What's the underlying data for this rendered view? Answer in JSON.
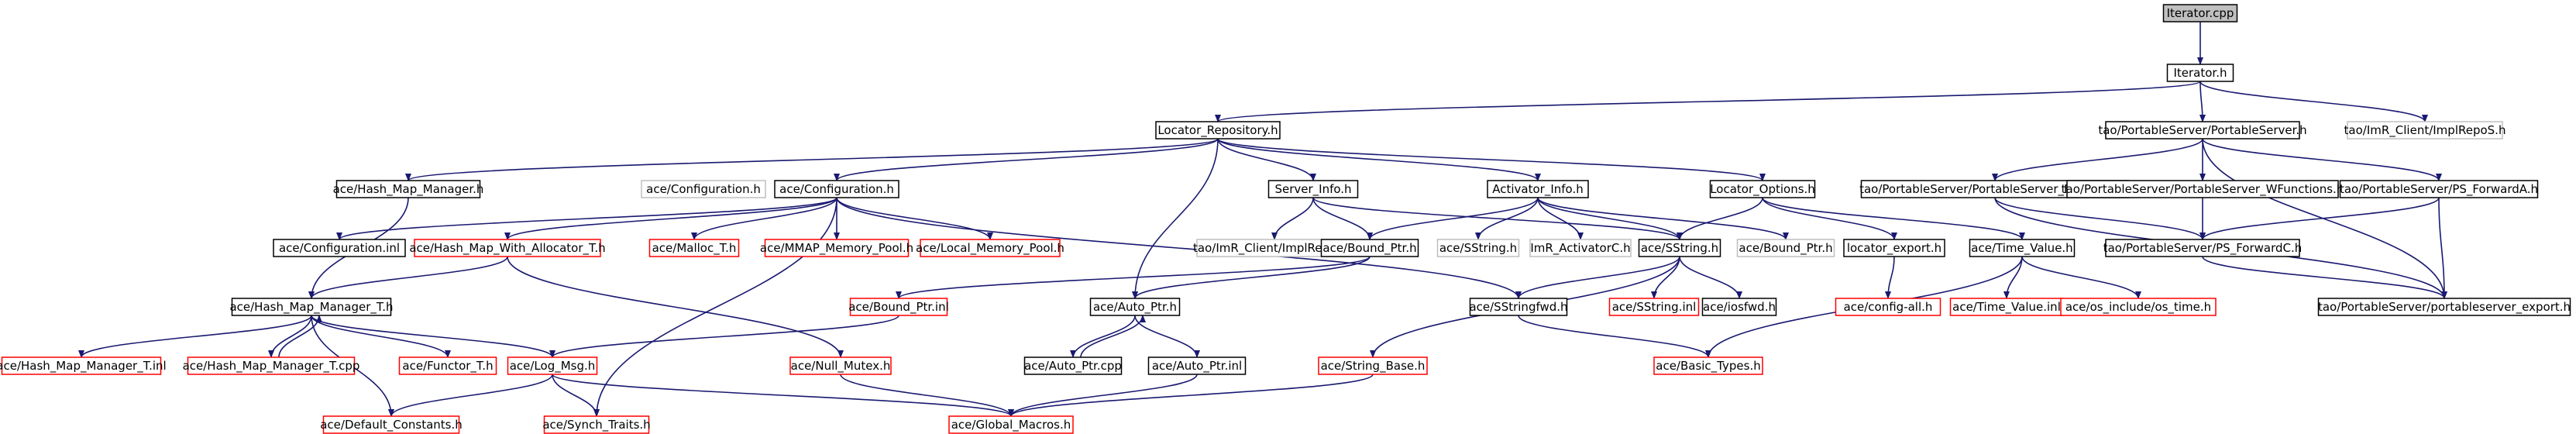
{
  "colors": {
    "edge": "#191970",
    "root_fill": "#bfbfbf",
    "normal_border": "#000000",
    "missing_border": "#ff0000",
    "external_border": "#bfbfbf"
  },
  "nodes": [
    {
      "id": "iterator_cpp",
      "label": "Iterator.cpp",
      "kind": "root"
    },
    {
      "id": "iterator_h",
      "label": "Iterator.h",
      "kind": "normal"
    },
    {
      "id": "locator_repository_h",
      "label": "Locator_Repository.h",
      "kind": "normal"
    },
    {
      "id": "portable_server_h",
      "label": "tao/PortableServer/PortableServer.h",
      "kind": "normal"
    },
    {
      "id": "imr_client_impl_repos_h",
      "label": "tao/ImR_Client/ImplRepoS.h",
      "kind": "external"
    },
    {
      "id": "hash_map_manager_h",
      "label": "ace/Hash_Map_Manager.h",
      "kind": "normal"
    },
    {
      "id": "configuration_h_plain",
      "label": "ace/Configuration.h",
      "kind": "external"
    },
    {
      "id": "configuration_h",
      "label": "ace/Configuration.h",
      "kind": "normal"
    },
    {
      "id": "server_info_h",
      "label": "Server_Info.h",
      "kind": "normal"
    },
    {
      "id": "activator_info_h",
      "label": "Activator_Info.h",
      "kind": "normal"
    },
    {
      "id": "locator_options_h",
      "label": "Locator_Options.h",
      "kind": "normal"
    },
    {
      "id": "ps_functions_h",
      "label": "tao/PortableServer/PortableServer_Functions.h",
      "kind": "normal"
    },
    {
      "id": "ps_wfunctions_h",
      "label": "tao/PortableServer/PortableServer_WFunctions.h",
      "kind": "normal"
    },
    {
      "id": "ps_forwarda_h",
      "label": "tao/PortableServer/PS_ForwardA.h",
      "kind": "normal"
    },
    {
      "id": "configuration_inl",
      "label": "ace/Configuration.inl",
      "kind": "normal"
    },
    {
      "id": "hash_map_with_allocator_t_h",
      "label": "ace/Hash_Map_With_Allocator_T.h",
      "kind": "missing"
    },
    {
      "id": "malloc_t_h",
      "label": "ace/Malloc_T.h",
      "kind": "missing"
    },
    {
      "id": "mmap_memory_pool_h",
      "label": "ace/MMAP_Memory_Pool.h",
      "kind": "missing"
    },
    {
      "id": "local_memory_pool_h",
      "label": "ace/Local_Memory_Pool.h",
      "kind": "missing"
    },
    {
      "id": "imr_client_impl_repoc_h",
      "label": "tao/ImR_Client/ImplRepoC.h",
      "kind": "external"
    },
    {
      "id": "bound_ptr_h",
      "label": "ace/Bound_Ptr.h",
      "kind": "normal"
    },
    {
      "id": "sstring_h_plain",
      "label": "ace/SString.h",
      "kind": "external"
    },
    {
      "id": "imr_activatorc_h",
      "label": "ImR_ActivatorC.h",
      "kind": "external"
    },
    {
      "id": "sstring_h",
      "label": "ace/SString.h",
      "kind": "normal"
    },
    {
      "id": "bound_ptr_h_plain",
      "label": "ace/Bound_Ptr.h",
      "kind": "external"
    },
    {
      "id": "locator_export_h",
      "label": "locator_export.h",
      "kind": "normal"
    },
    {
      "id": "time_value_h",
      "label": "ace/Time_Value.h",
      "kind": "normal"
    },
    {
      "id": "ps_forwardc_h",
      "label": "tao/PortableServer/PS_ForwardC.h",
      "kind": "normal"
    },
    {
      "id": "hash_map_manager_t_h",
      "label": "ace/Hash_Map_Manager_T.h",
      "kind": "normal"
    },
    {
      "id": "bound_ptr_inl",
      "label": "ace/Bound_Ptr.inl",
      "kind": "missing"
    },
    {
      "id": "auto_ptr_h",
      "label": "ace/Auto_Ptr.h",
      "kind": "normal"
    },
    {
      "id": "sstringfwd_h",
      "label": "ace/SStringfwd.h",
      "kind": "normal"
    },
    {
      "id": "sstring_inl",
      "label": "ace/SString.inl",
      "kind": "missing"
    },
    {
      "id": "iosfwd_h",
      "label": "ace/iosfwd.h",
      "kind": "normal"
    },
    {
      "id": "config_all_h",
      "label": "ace/config-all.h",
      "kind": "missing"
    },
    {
      "id": "time_value_inl",
      "label": "ace/Time_Value.inl",
      "kind": "missing"
    },
    {
      "id": "os_time_h",
      "label": "ace/os_include/os_time.h",
      "kind": "missing"
    },
    {
      "id": "portableserver_export_h",
      "label": "tao/PortableServer/portableserver_export.h",
      "kind": "normal"
    },
    {
      "id": "hash_map_manager_t_inl",
      "label": "ace/Hash_Map_Manager_T.inl",
      "kind": "missing"
    },
    {
      "id": "hash_map_manager_t_cpp",
      "label": "ace/Hash_Map_Manager_T.cpp",
      "kind": "missing"
    },
    {
      "id": "functor_t_h",
      "label": "ace/Functor_T.h",
      "kind": "missing"
    },
    {
      "id": "log_msg_h",
      "label": "ace/Log_Msg.h",
      "kind": "missing"
    },
    {
      "id": "null_mutex_h",
      "label": "ace/Null_Mutex.h",
      "kind": "missing"
    },
    {
      "id": "auto_ptr_cpp",
      "label": "ace/Auto_Ptr.cpp",
      "kind": "normal"
    },
    {
      "id": "auto_ptr_inl",
      "label": "ace/Auto_Ptr.inl",
      "kind": "normal"
    },
    {
      "id": "string_base_h",
      "label": "ace/String_Base.h",
      "kind": "missing"
    },
    {
      "id": "basic_types_h",
      "label": "ace/Basic_Types.h",
      "kind": "missing"
    },
    {
      "id": "default_constants_h",
      "label": "ace/Default_Constants.h",
      "kind": "missing"
    },
    {
      "id": "synch_traits_h",
      "label": "ace/Synch_Traits.h",
      "kind": "missing"
    },
    {
      "id": "global_macros_h",
      "label": "ace/Global_Macros.h",
      "kind": "missing"
    }
  ],
  "edges": [
    [
      "iterator_cpp",
      "iterator_h"
    ],
    [
      "iterator_h",
      "locator_repository_h"
    ],
    [
      "iterator_h",
      "portable_server_h"
    ],
    [
      "iterator_h",
      "imr_client_impl_repos_h"
    ],
    [
      "locator_repository_h",
      "hash_map_manager_h"
    ],
    [
      "locator_repository_h",
      "configuration_h"
    ],
    [
      "locator_repository_h",
      "server_info_h"
    ],
    [
      "locator_repository_h",
      "activator_info_h"
    ],
    [
      "locator_repository_h",
      "locator_options_h"
    ],
    [
      "locator_repository_h",
      "auto_ptr_h"
    ],
    [
      "portable_server_h",
      "ps_functions_h"
    ],
    [
      "portable_server_h",
      "ps_wfunctions_h"
    ],
    [
      "portable_server_h",
      "ps_forwarda_h"
    ],
    [
      "portable_server_h",
      "portableserver_export_h"
    ],
    [
      "hash_map_manager_h",
      "hash_map_manager_t_h"
    ],
    [
      "configuration_h",
      "configuration_inl"
    ],
    [
      "configuration_h",
      "hash_map_with_allocator_t_h"
    ],
    [
      "configuration_h",
      "malloc_t_h"
    ],
    [
      "configuration_h",
      "mmap_memory_pool_h"
    ],
    [
      "configuration_h",
      "local_memory_pool_h"
    ],
    [
      "configuration_h",
      "synch_traits_h"
    ],
    [
      "configuration_h",
      "sstringfwd_h"
    ],
    [
      "server_info_h",
      "imr_client_impl_repoc_h"
    ],
    [
      "server_info_h",
      "bound_ptr_h"
    ],
    [
      "server_info_h",
      "sstring_h"
    ],
    [
      "activator_info_h",
      "bound_ptr_h"
    ],
    [
      "activator_info_h",
      "sstring_h_plain"
    ],
    [
      "activator_info_h",
      "imr_activatorc_h"
    ],
    [
      "activator_info_h",
      "sstring_h"
    ],
    [
      "activator_info_h",
      "bound_ptr_h_plain"
    ],
    [
      "locator_options_h",
      "sstring_h"
    ],
    [
      "locator_options_h",
      "locator_export_h"
    ],
    [
      "locator_options_h",
      "time_value_h"
    ],
    [
      "ps_functions_h",
      "ps_forwardc_h"
    ],
    [
      "ps_functions_h",
      "portableserver_export_h"
    ],
    [
      "ps_wfunctions_h",
      "ps_forwardc_h"
    ],
    [
      "ps_forwarda_h",
      "ps_forwardc_h"
    ],
    [
      "ps_forwarda_h",
      "portableserver_export_h"
    ],
    [
      "ps_forwardc_h",
      "portableserver_export_h"
    ],
    [
      "hash_map_with_allocator_t_h",
      "hash_map_manager_t_h"
    ],
    [
      "hash_map_with_allocator_t_h",
      "null_mutex_h"
    ],
    [
      "bound_ptr_h",
      "bound_ptr_inl"
    ],
    [
      "bound_ptr_h",
      "auto_ptr_h"
    ],
    [
      "sstring_h",
      "sstringfwd_h"
    ],
    [
      "sstring_h",
      "sstring_inl"
    ],
    [
      "sstring_h",
      "iosfwd_h"
    ],
    [
      "sstring_h",
      "string_base_h"
    ],
    [
      "locator_export_h",
      "config_all_h"
    ],
    [
      "time_value_h",
      "time_value_inl"
    ],
    [
      "time_value_h",
      "os_time_h"
    ],
    [
      "time_value_h",
      "basic_types_h"
    ],
    [
      "hash_map_manager_t_h",
      "hash_map_manager_t_inl"
    ],
    [
      "hash_map_manager_t_h",
      "hash_map_manager_t_cpp"
    ],
    [
      "hash_map_manager_t_h",
      "functor_t_h"
    ],
    [
      "hash_map_manager_t_h",
      "log_msg_h"
    ],
    [
      "hash_map_manager_t_h",
      "default_constants_h"
    ],
    [
      "hash_map_manager_t_cpp",
      "hash_map_manager_t_h"
    ],
    [
      "bound_ptr_inl",
      "log_msg_h"
    ],
    [
      "auto_ptr_h",
      "auto_ptr_cpp"
    ],
    [
      "auto_ptr_h",
      "auto_ptr_inl"
    ],
    [
      "auto_ptr_cpp",
      "auto_ptr_h"
    ],
    [
      "auto_ptr_inl",
      "global_macros_h"
    ],
    [
      "sstringfwd_h",
      "basic_types_h"
    ],
    [
      "log_msg_h",
      "default_constants_h"
    ],
    [
      "log_msg_h",
      "synch_traits_h"
    ],
    [
      "log_msg_h",
      "global_macros_h"
    ],
    [
      "null_mutex_h",
      "global_macros_h"
    ],
    [
      "string_base_h",
      "global_macros_h"
    ]
  ]
}
